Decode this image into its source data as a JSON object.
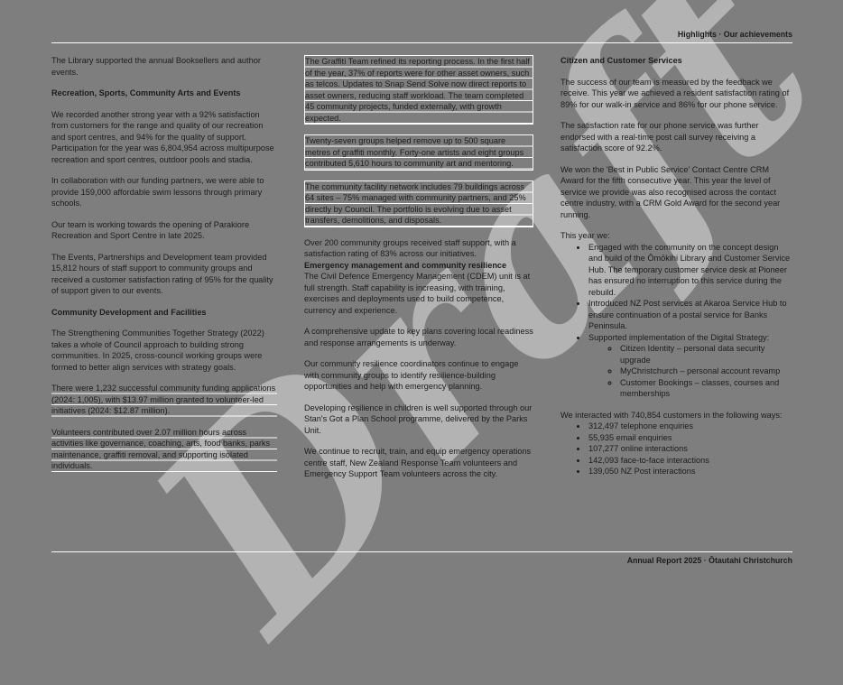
{
  "page": {
    "header": "Highlights · Our achievements",
    "footer": "Annual Report 2025 · Ōtautahi Christchurch",
    "watermark": "Draft",
    "colors": {
      "background": "#7e7e7e",
      "text": "#1c1c1c",
      "rule": "#ffffff",
      "watermark": "#b3b3b3"
    }
  },
  "left_column": {
    "para_library": "The Library supported the annual Booksellers and author events.",
    "heading_recreation": "Recreation, Sports, Community Arts and Events",
    "para_recreation": "We recorded another strong year with a 92% satisfaction from customers for the range and quality of our recreation and sport centres, and 94% for the quality of support. Participation for the year was 6,804,954 across multipurpose recreation and sport centres, outdoor pools and stadia.",
    "para_swim": "In collaboration with our funding partners, we were able to provide 159,000 affordable swim lessons through primary schools.",
    "para_parakiore": "Our team is working towards the opening of Parakiore Recreation and Sport Centre in late 2025.",
    "para_events_team": "The Events, Partnerships and Development team provided 15,812 hours of staff support to community groups and received a customer satisfaction rating of 95% for the quality of support given to our events.",
    "heading_community": "Community Development and Facilities",
    "para_strategy": "The Strengthening Communities Together Strategy (2022) takes a whole of Council approach to building strong communities. In 2025, cross-council working groups were formed to better align services with strategy goals.",
    "para_funding": "There were 1,232 successful community funding applications (2024: 1,005), with $13.97 million granted to volunteer-led initiatives (2024: $12.87 million).",
    "para_volunteers": "Volunteers contributed over 2.07 million hours across activities like governance, coaching, arts, food banks, parks maintenance, graffiti removal, and supporting isolated individuals."
  },
  "middle_column": {
    "para_graffiti_team": "The Graffiti Team refined its reporting process. In the first half of the year, 37% of reports were for other asset owners, such as telcos. Updates to Snap Send Solve now direct reports to asset owners, reducing staff workload. The team completed 45 community projects, funded externally, with growth expected.",
    "para_graffiti_groups": "Twenty-seven groups helped remove up to 500 square metres of graffiti monthly. Forty-one artists and eight groups contributed 5,610 hours to community art and mentoring.",
    "para_facility_network": "The community facility network includes 79 buildings across 64 sites – 75% managed with community partners, and 25% directly by Council. The portfolio is evolving due to asset transfers, demolitions, and disposals.",
    "para_groups_support": "Over 200 community groups received staff support, with a satisfaction rating of 83% across our initiatives.",
    "heading_emergency": "Emergency management and community resilience",
    "para_cdem": "The Civil Defence Emergency Management (CDEM) unit is at full strength. Staff capability is increasing, with training, exercises and deployments used to build competence, currency and experience.",
    "para_plans": "A comprehensive update to key plans covering local readiness and response arrangements is underway.",
    "para_coordinators": "Our community resilience coordinators continue to engage with community groups to identify resilience-building opportunities and help with emergency planning.",
    "para_children": "Developing resilience in children is well supported through our Stan's Got a Plan School programme, delivered by the Parks Unit.",
    "para_recruit": "We continue to recruit, train, and equip emergency operations centre staff, New Zealand Response Team volunteers and Emergency Support Team volunteers across the city."
  },
  "right_column": {
    "heading": "Citizen and Customer Services",
    "para_feedback": "The success of our team is measured by the feedback we receive. This year we achieved a resident satisfaction rating of 89% for our walk-in service and 86% for our phone service.",
    "para_phone": "The satisfaction rate for our phone service was further endorsed with a real-time post call survey receiving a satisfaction score of 92.2%.",
    "para_award": "We won the 'Best in Public Service' Contact Centre CRM Award for the fifth consecutive year. This year the level of service we provide was also recognised across the contact centre industry, with a CRM Gold Award for the second year running.",
    "intro_this_year": "This year we:",
    "this_year_bullets": [
      "Engaged with the community on the concept design and build of the Ōmōkihi Library and Customer Service Hub. The temporary customer service desk at Pioneer has ensured no interruption to this service during the rebuild.",
      "Introduced NZ Post services at Akaroa Service Hub to ensure continuation of a postal service for Banks Peninsula.",
      "Supported implementation of the Digital Strategy:"
    ],
    "digital_sub_bullets": [
      "Citizen Identity – personal data security upgrade",
      "MyChristchurch – personal account revamp",
      "Customer Bookings – classes, courses and memberships"
    ],
    "intro_interactions": "We interacted with 740,854 customers in the following ways:",
    "interaction_bullets": [
      "312,497 telephone enquiries",
      "55,935 email enquiries",
      "107,277 online interactions",
      "142,093 face-to-face interactions",
      "139,050 NZ Post interactions"
    ]
  }
}
